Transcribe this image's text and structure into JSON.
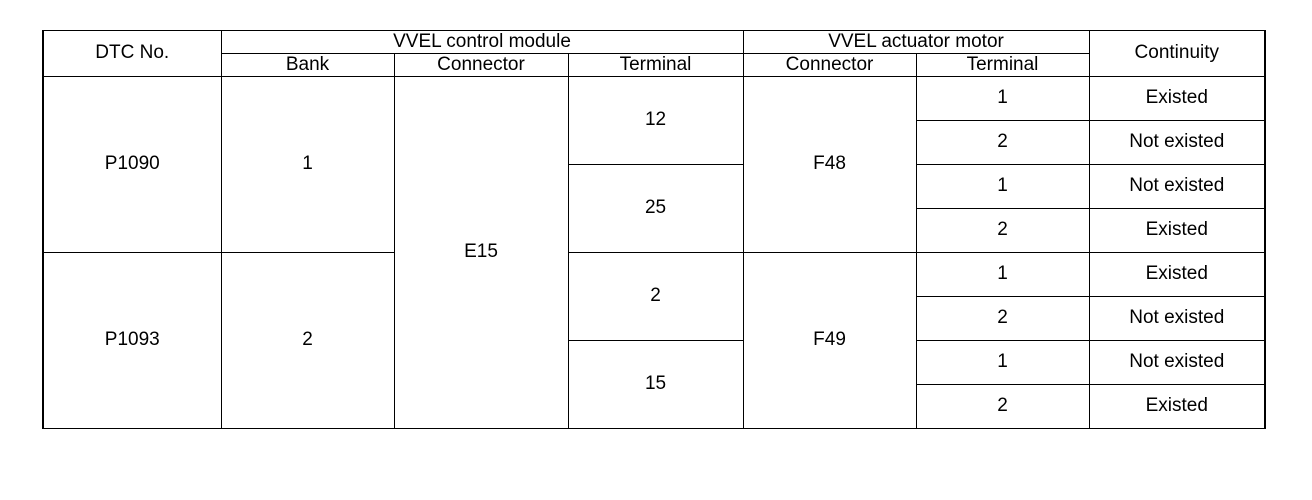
{
  "table": {
    "headers": {
      "dtc_no": "DTC No.",
      "group_control_module": "VVEL control module",
      "group_actuator_motor": "VVEL actuator motor",
      "bank": "Bank",
      "connector_module": "Connector",
      "terminal_module": "Terminal",
      "connector_motor": "Connector",
      "terminal_motor": "Terminal",
      "continuity": "Continuity"
    },
    "blocks": [
      {
        "dtc": "P1090",
        "bank": "1",
        "module_connector": "E15",
        "motor_connector": "F48",
        "terminal_groups": [
          {
            "module_terminal": "12",
            "rows": [
              {
                "motor_terminal": "1",
                "continuity": "Existed"
              },
              {
                "motor_terminal": "2",
                "continuity": "Not existed"
              }
            ]
          },
          {
            "module_terminal": "25",
            "rows": [
              {
                "motor_terminal": "1",
                "continuity": "Not existed"
              },
              {
                "motor_terminal": "2",
                "continuity": "Existed"
              }
            ]
          }
        ]
      },
      {
        "dtc": "P1093",
        "bank": "2",
        "module_connector": "E15",
        "motor_connector": "F49",
        "terminal_groups": [
          {
            "module_terminal": "2",
            "rows": [
              {
                "motor_terminal": "1",
                "continuity": "Existed"
              },
              {
                "motor_terminal": "2",
                "continuity": "Not existed"
              }
            ]
          },
          {
            "module_terminal": "15",
            "rows": [
              {
                "motor_terminal": "1",
                "continuity": "Not existed"
              },
              {
                "motor_terminal": "2",
                "continuity": "Existed"
              }
            ]
          }
        ]
      }
    ]
  },
  "colors": {
    "rule": "#000000",
    "background": "#ffffff",
    "text": "#000000"
  }
}
